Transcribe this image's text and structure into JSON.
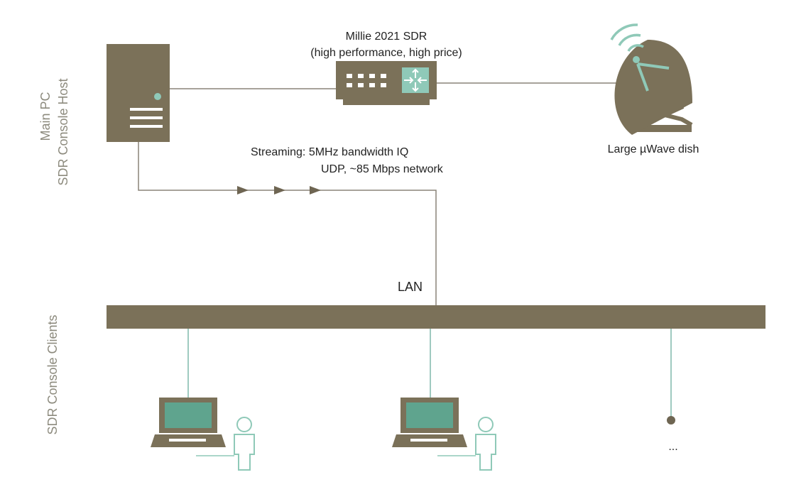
{
  "labels": {
    "sdr_title": "Millie 2021 SDR",
    "sdr_subtitle": "(high performance, high price)",
    "dish": "Large µWave dish",
    "stream_line1": "Streaming:  5MHz bandwidth IQ",
    "stream_line2": "UDP, ~85 Mbps network",
    "lan": "LAN",
    "host_line1": "Main PC",
    "host_line2": "SDR Console Host",
    "clients": "SDR Console Clients",
    "ellipsis": "..."
  },
  "colors": {
    "device": "#7b7159",
    "accent": "#8fc9b8",
    "screen": "#5fa48e",
    "side_label": "#8c8a7d",
    "client_line": "#7fb9aa"
  },
  "icons": [
    "pc-tower-icon",
    "sdr-device-icon",
    "satellite-dish-icon",
    "laptop-icon",
    "user-icon"
  ]
}
